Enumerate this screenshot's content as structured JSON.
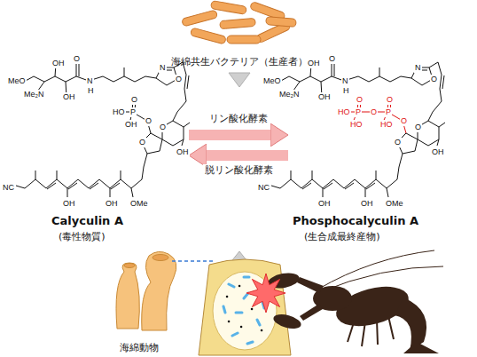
{
  "diagram": {
    "nodes": [
      {
        "text": [
          "海綿共生バクテリア（生産者）"
        ]
      },
      {
        "text": [
          "Calyculin A",
          "(毒性物質)"
        ]
      },
      {
        "text": [
          "Phosphocalyculin A",
          "(生合成最終産物)"
        ]
      },
      {
        "text": [
          "海綿動物"
        ]
      }
    ],
    "edges": [
      {
        "from": 1,
        "to": 2,
        "arrow": "to",
        "label": "リン酸化酵素"
      },
      {
        "from": 2,
        "to": 1,
        "arrow": "to",
        "label": "脱リン酸化酵素"
      }
    ],
    "labels": [
      "MeO",
      "Me₂N",
      "OH",
      "OH",
      "O",
      "N",
      "H",
      "N",
      "O",
      "O",
      "O",
      "OH",
      "NC",
      "OH",
      "OH",
      "OMe",
      "O",
      "P",
      "O",
      "HO",
      "OH",
      "MeO",
      "Me₂N",
      "OH",
      "OH",
      "O",
      "N",
      "H",
      "N",
      "O",
      "O",
      "O",
      "OH",
      "NC",
      "OH",
      "OH",
      "OMe",
      "O",
      "P",
      "O",
      "O",
      "P",
      "O",
      "HO",
      "HO",
      "HO"
    ]
  }
}
